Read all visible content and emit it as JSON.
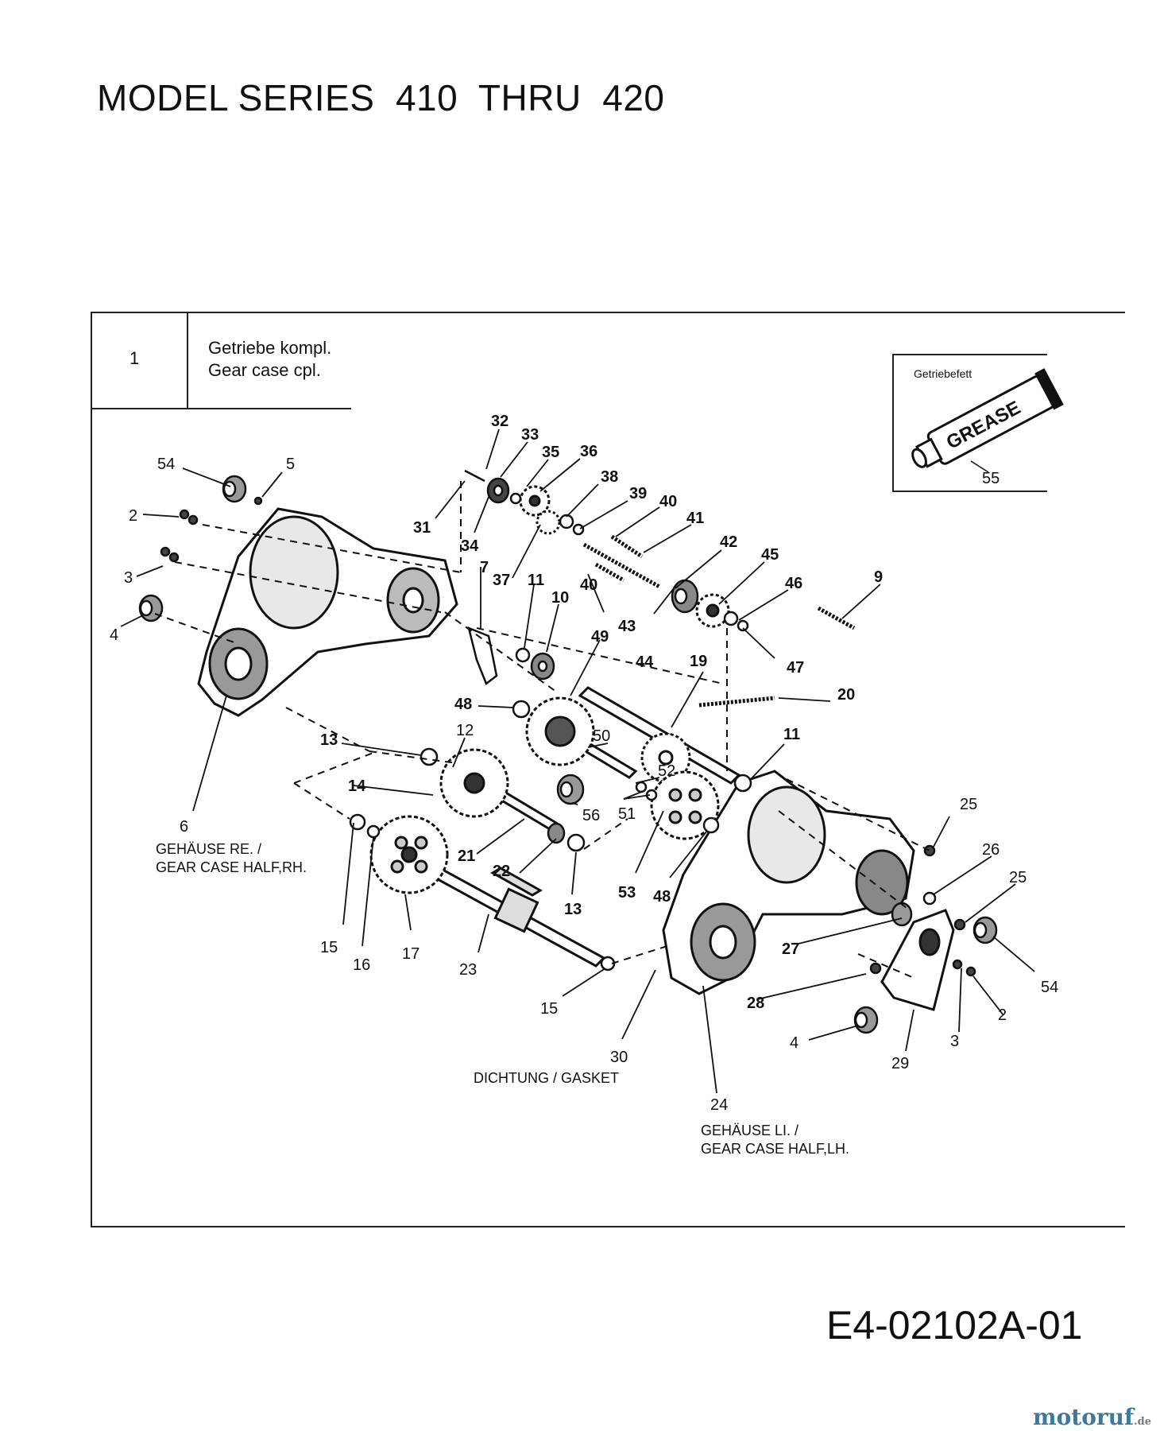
{
  "header": {
    "title": "MODEL SERIES  410  THRU  420"
  },
  "legend_row": {
    "number": "1",
    "name_de": "Getriebe kompl.",
    "name_en": "Gear case cpl."
  },
  "grease_box": {
    "title": "Getriebefett",
    "tube_text": "GREASE",
    "number": "55"
  },
  "captions": {
    "rh_line1": "GEHÄUSE RE. /",
    "rh_line2": "GEAR CASE HALF,RH.",
    "lh_line1": "GEHÄUSE LI. /",
    "lh_line2": "GEAR CASE HALF,LH.",
    "gasket": "DICHTUNG / GASKET"
  },
  "part_numbers": [
    "54",
    "5",
    "2",
    "3",
    "4",
    "6",
    "32",
    "33",
    "35",
    "36",
    "38",
    "39",
    "40",
    "41",
    "42",
    "45",
    "46",
    "9",
    "47",
    "31",
    "34",
    "37",
    "7",
    "11",
    "10",
    "40",
    "43",
    "44",
    "49",
    "48",
    "19",
    "20",
    "11",
    "13",
    "12",
    "50",
    "52",
    "14",
    "56",
    "51",
    "21",
    "22",
    "13",
    "53",
    "48",
    "15",
    "16",
    "17",
    "23",
    "15",
    "30",
    "24",
    "25",
    "26",
    "25",
    "27",
    "28",
    "4",
    "29",
    "3",
    "2",
    "54"
  ],
  "footer": {
    "doc_id": "E4-02102A-01"
  },
  "watermark": {
    "brand": "motoruf",
    "tld": ".de"
  }
}
